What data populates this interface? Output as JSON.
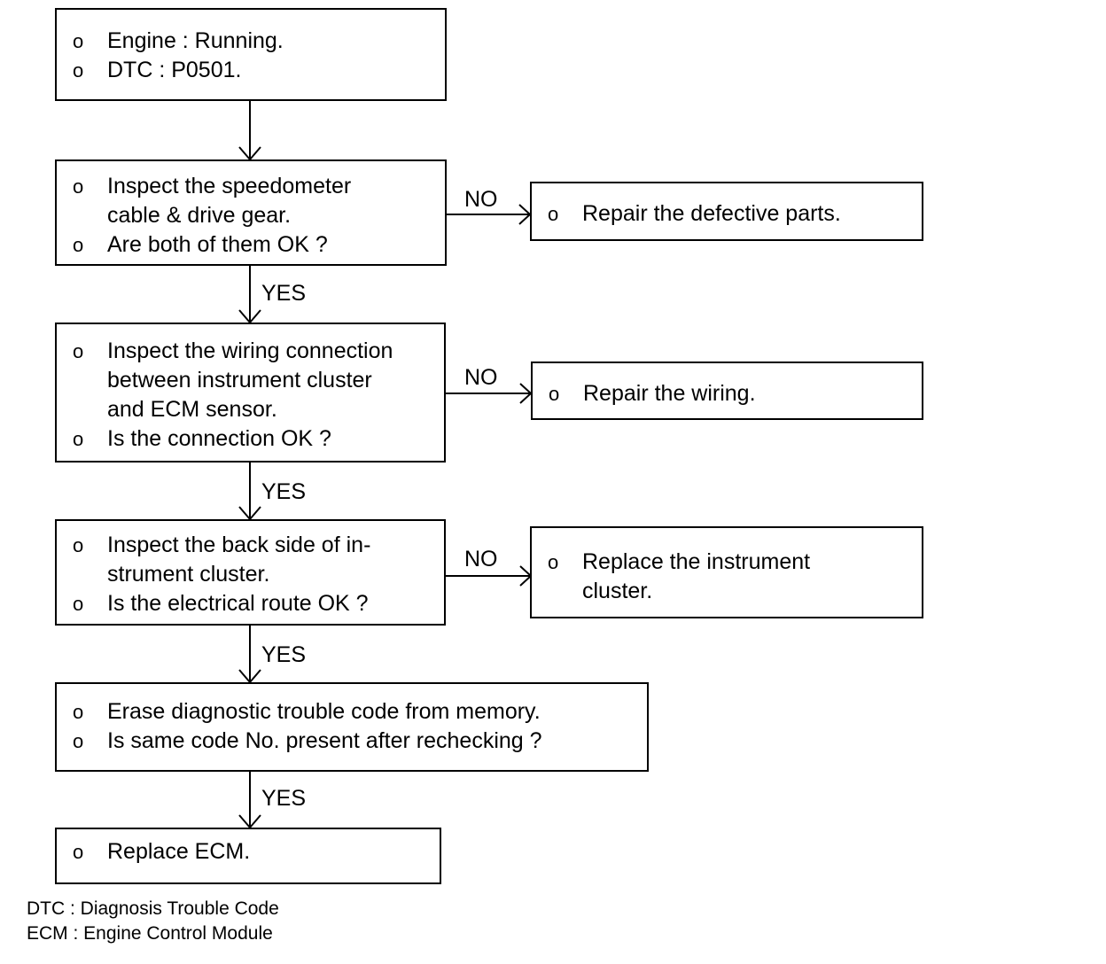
{
  "boxes": {
    "start": {
      "lines": [
        "Engine : Running.",
        "DTC : P0501."
      ]
    },
    "speedo": {
      "lines": [
        "Inspect the speedometer",
        "cable & drive gear.",
        "Are both of them OK ?"
      ]
    },
    "wiring": {
      "lines": [
        "Inspect the wiring connection",
        "between instrument cluster",
        "and ECM sensor.",
        "Is the connection OK ?"
      ]
    },
    "back": {
      "lines": [
        "Inspect the back side of in-",
        "strument cluster.",
        "Is the electrical route OK ?"
      ]
    },
    "erase": {
      "lines": [
        "Erase diagnostic trouble code from memory.",
        "Is same code No. present after rechecking ?"
      ]
    },
    "replace_ecm": {
      "lines": [
        "Replace ECM."
      ]
    },
    "repair_parts": {
      "lines": [
        "Repair the defective parts."
      ]
    },
    "repair_wiring": {
      "lines": [
        "Repair the wiring."
      ]
    },
    "replace_cluster": {
      "lines": [
        "Replace the instrument",
        "cluster."
      ]
    }
  },
  "bullet": "o",
  "labels": {
    "yes": "YES",
    "no": "NO"
  },
  "notes": [
    "DTC : Diagnosis Trouble Code",
    "ECM : Engine Control Module"
  ]
}
